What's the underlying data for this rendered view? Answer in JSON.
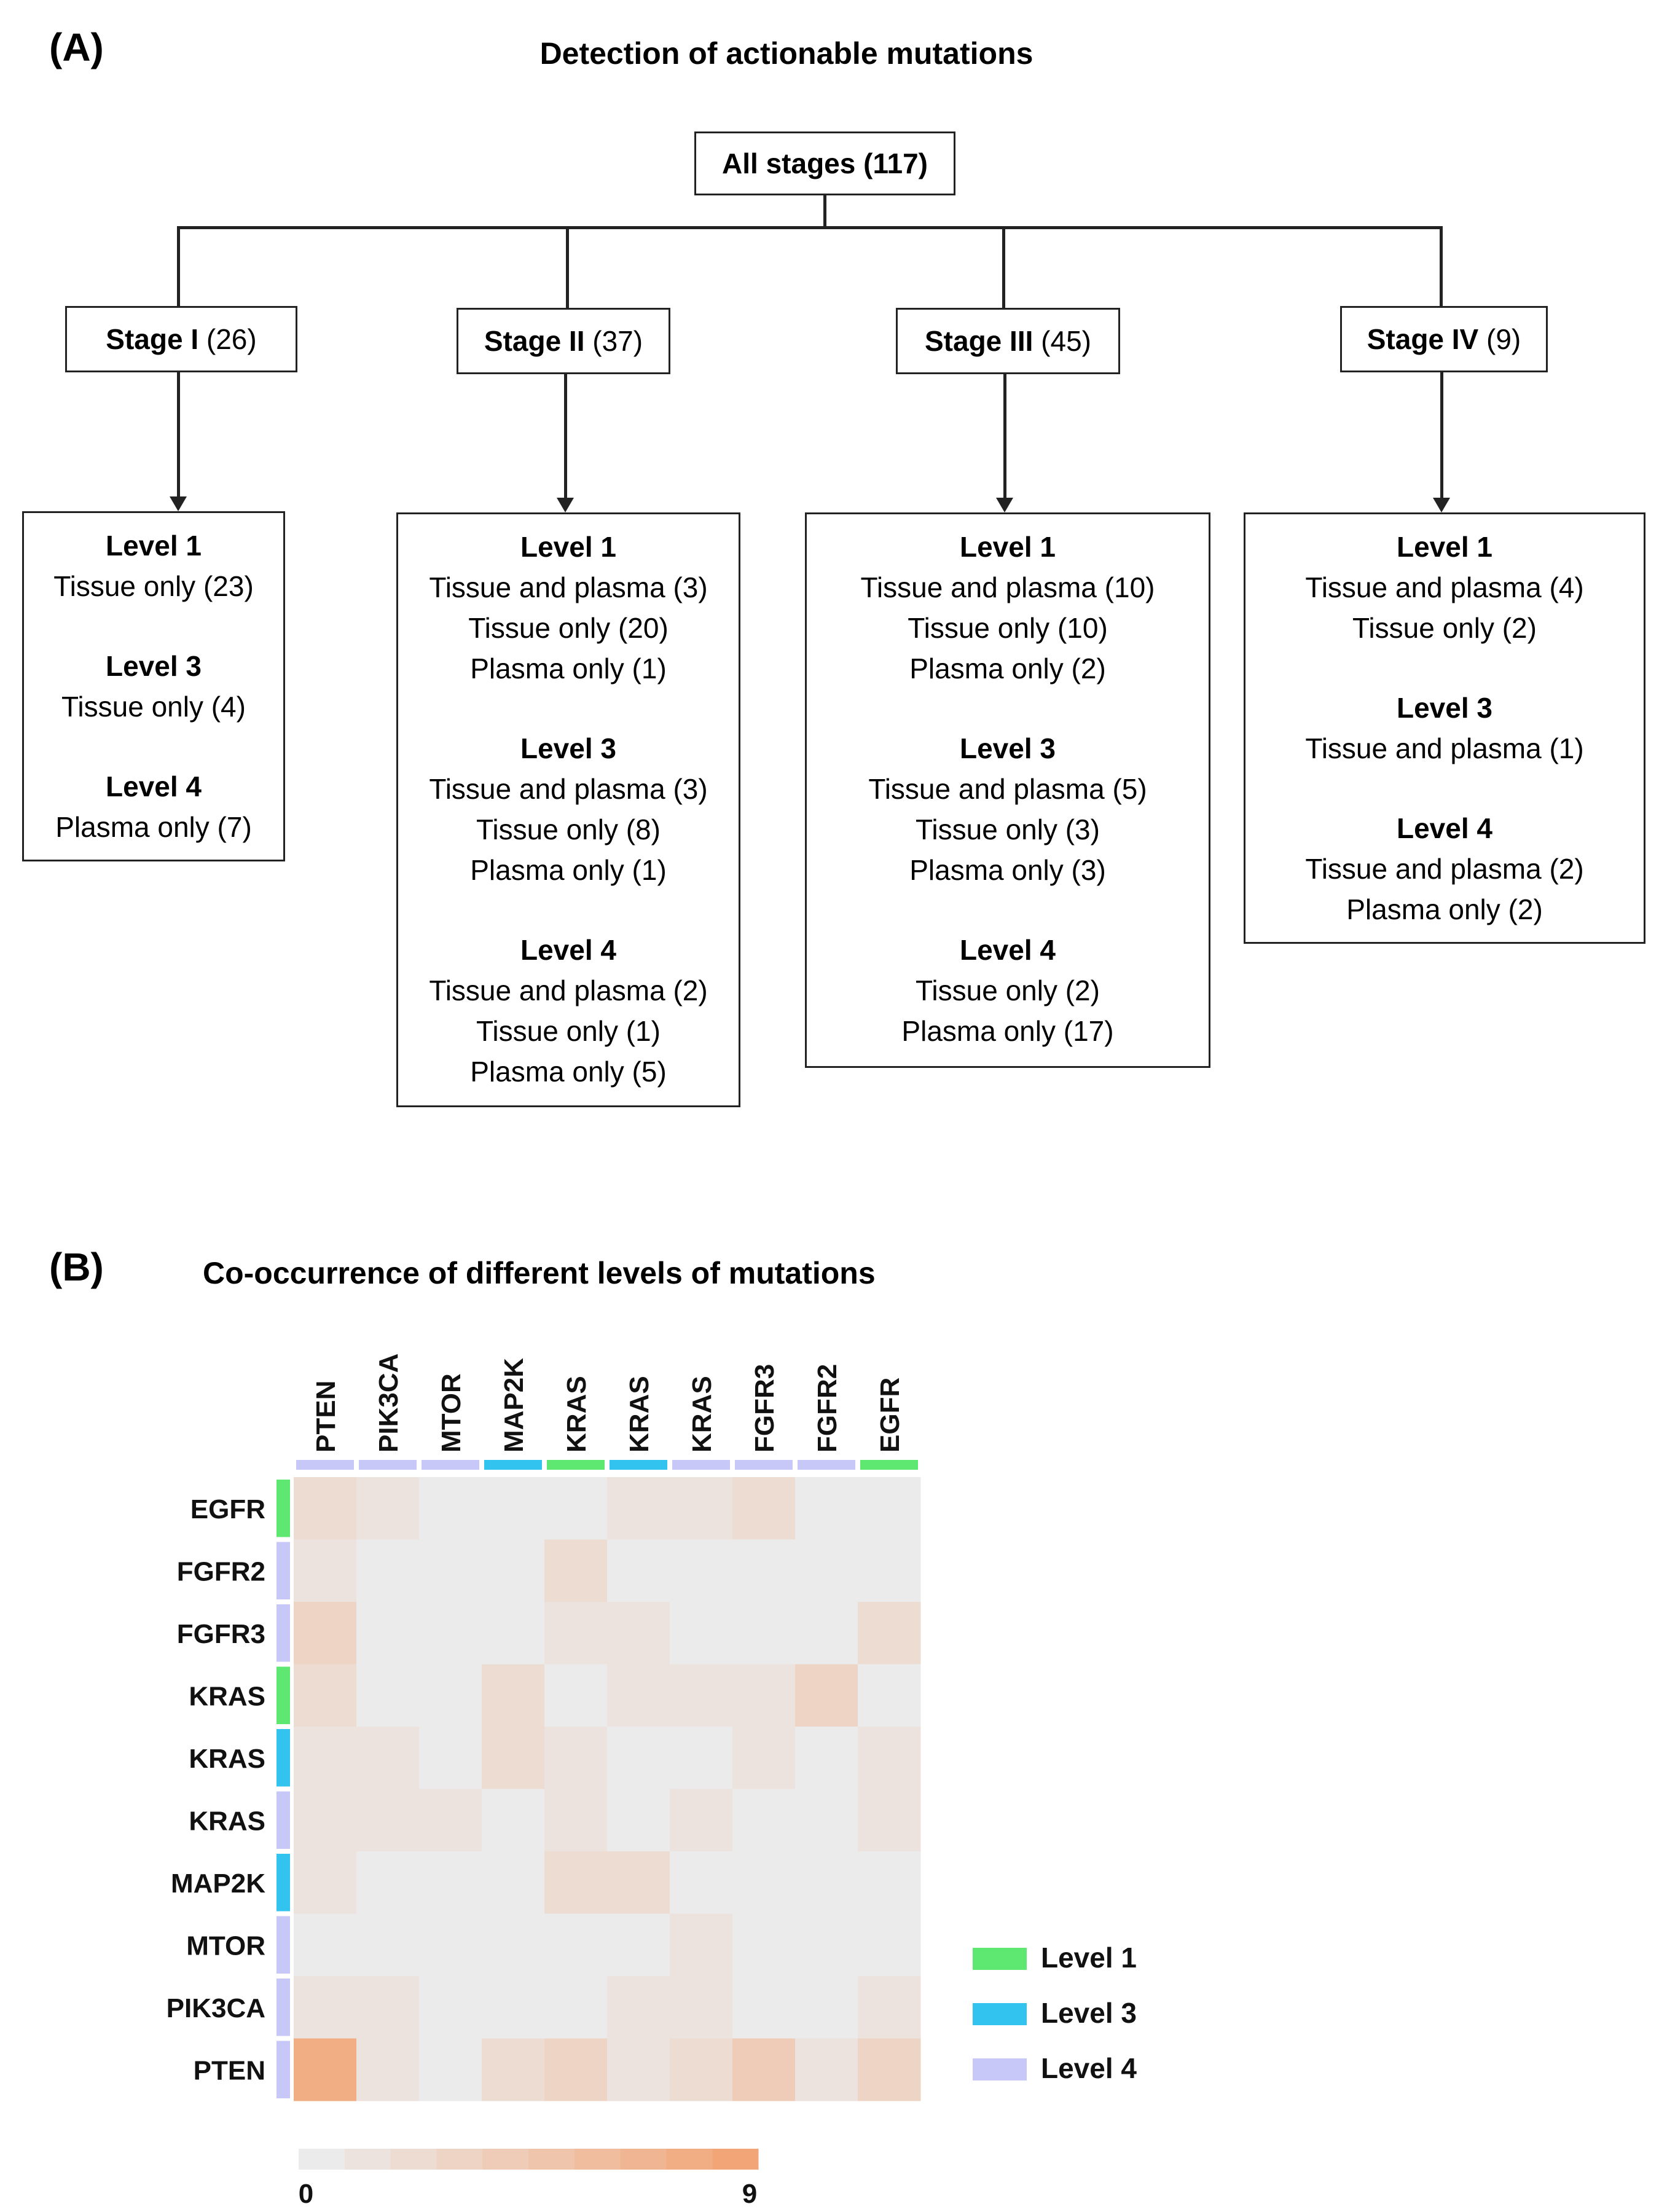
{
  "panel_a": {
    "label": "(A)",
    "title": "Detection of actionable mutations",
    "root": "All stages (117)",
    "stages": [
      {
        "name": "Stage I",
        "count": "(26)",
        "levels": [
          {
            "title": "Level 1",
            "items": [
              "Tissue only (23)"
            ]
          },
          {
            "title": "Level 3",
            "items": [
              "Tissue only (4)"
            ]
          },
          {
            "title": "Level 4",
            "items": [
              "Plasma only (7)"
            ]
          }
        ]
      },
      {
        "name": "Stage II",
        "count": "(37)",
        "levels": [
          {
            "title": "Level 1",
            "items": [
              "Tissue and plasma (3)",
              "Tissue only (20)",
              "Plasma only (1)"
            ]
          },
          {
            "title": "Level 3",
            "items": [
              "Tissue and plasma (3)",
              "Tissue only (8)",
              "Plasma only (1)"
            ]
          },
          {
            "title": "Level 4",
            "items": [
              "Tissue and plasma (2)",
              "Tissue only (1)",
              "Plasma only (5)"
            ]
          }
        ]
      },
      {
        "name": "Stage III",
        "count": "(45)",
        "levels": [
          {
            "title": "Level 1",
            "items": [
              "Tissue and plasma (10)",
              "Tissue only (10)",
              "Plasma only (2)"
            ]
          },
          {
            "title": "Level 3",
            "items": [
              "Tissue and plasma (5)",
              "Tissue only (3)",
              "Plasma only (3)"
            ]
          },
          {
            "title": "Level 4",
            "items": [
              "Tissue only (2)",
              "Plasma only (17)"
            ]
          }
        ]
      },
      {
        "name": "Stage IV",
        "count": "(9)",
        "levels": [
          {
            "title": "Level 1",
            "items": [
              "Tissue and plasma (4)",
              "Tissue only (2)"
            ]
          },
          {
            "title": "Level 3",
            "items": [
              "Tissue and plasma (1)"
            ]
          },
          {
            "title": "Level 4",
            "items": [
              "Tissue and plasma (2)",
              "Plasma only (2)"
            ]
          }
        ]
      }
    ]
  },
  "panel_b": {
    "label": "(B)",
    "title": "Co-occurrence of different levels of mutations"
  },
  "chart_data": {
    "type": "heatmap",
    "title": "Co-occurrence of different levels of mutations",
    "columns": [
      "PTEN",
      "PIK3CA",
      "MTOR",
      "MAP2K",
      "KRAS",
      "KRAS",
      "KRAS",
      "FGFR3",
      "FGFR2",
      "EGFR"
    ],
    "column_levels": [
      4,
      4,
      4,
      3,
      1,
      3,
      4,
      4,
      4,
      1
    ],
    "rows": [
      "EGFR",
      "FGFR2",
      "FGFR3",
      "KRAS",
      "KRAS",
      "KRAS",
      "MAP2K",
      "MTOR",
      "PIK3CA",
      "PTEN"
    ],
    "row_levels": [
      1,
      4,
      4,
      1,
      3,
      4,
      3,
      4,
      4,
      4
    ],
    "values": [
      [
        2,
        1,
        0,
        0,
        0,
        1,
        1,
        2,
        0,
        0
      ],
      [
        1,
        0,
        0,
        0,
        2,
        0,
        0,
        0,
        0,
        0
      ],
      [
        3,
        0,
        0,
        0,
        1,
        1,
        0,
        0,
        0,
        2
      ],
      [
        2,
        0,
        0,
        2,
        0,
        1,
        1,
        1,
        3,
        0
      ],
      [
        1,
        1,
        0,
        2,
        1,
        0,
        0,
        1,
        0,
        1
      ],
      [
        1,
        1,
        1,
        0,
        1,
        0,
        1,
        0,
        0,
        1
      ],
      [
        1,
        0,
        0,
        0,
        2,
        2,
        0,
        0,
        0,
        0
      ],
      [
        0,
        0,
        0,
        0,
        0,
        0,
        1,
        0,
        0,
        0
      ],
      [
        1,
        1,
        0,
        0,
        0,
        1,
        1,
        0,
        0,
        1
      ],
      [
        8,
        1,
        0,
        2,
        3,
        1,
        2,
        4,
        1,
        3
      ]
    ],
    "scale": {
      "min": 0,
      "max": 9,
      "min_label": "0",
      "max_label": "9",
      "color_low": "#ebebeb",
      "color_high": "#f2a678"
    },
    "legend": [
      {
        "label": "Level 1",
        "level": 1,
        "color": "#5ee872"
      },
      {
        "label": "Level 3",
        "level": 3,
        "color": "#33c3ef"
      },
      {
        "label": "Level 4",
        "level": 4,
        "color": "#c8c8f8"
      }
    ]
  }
}
